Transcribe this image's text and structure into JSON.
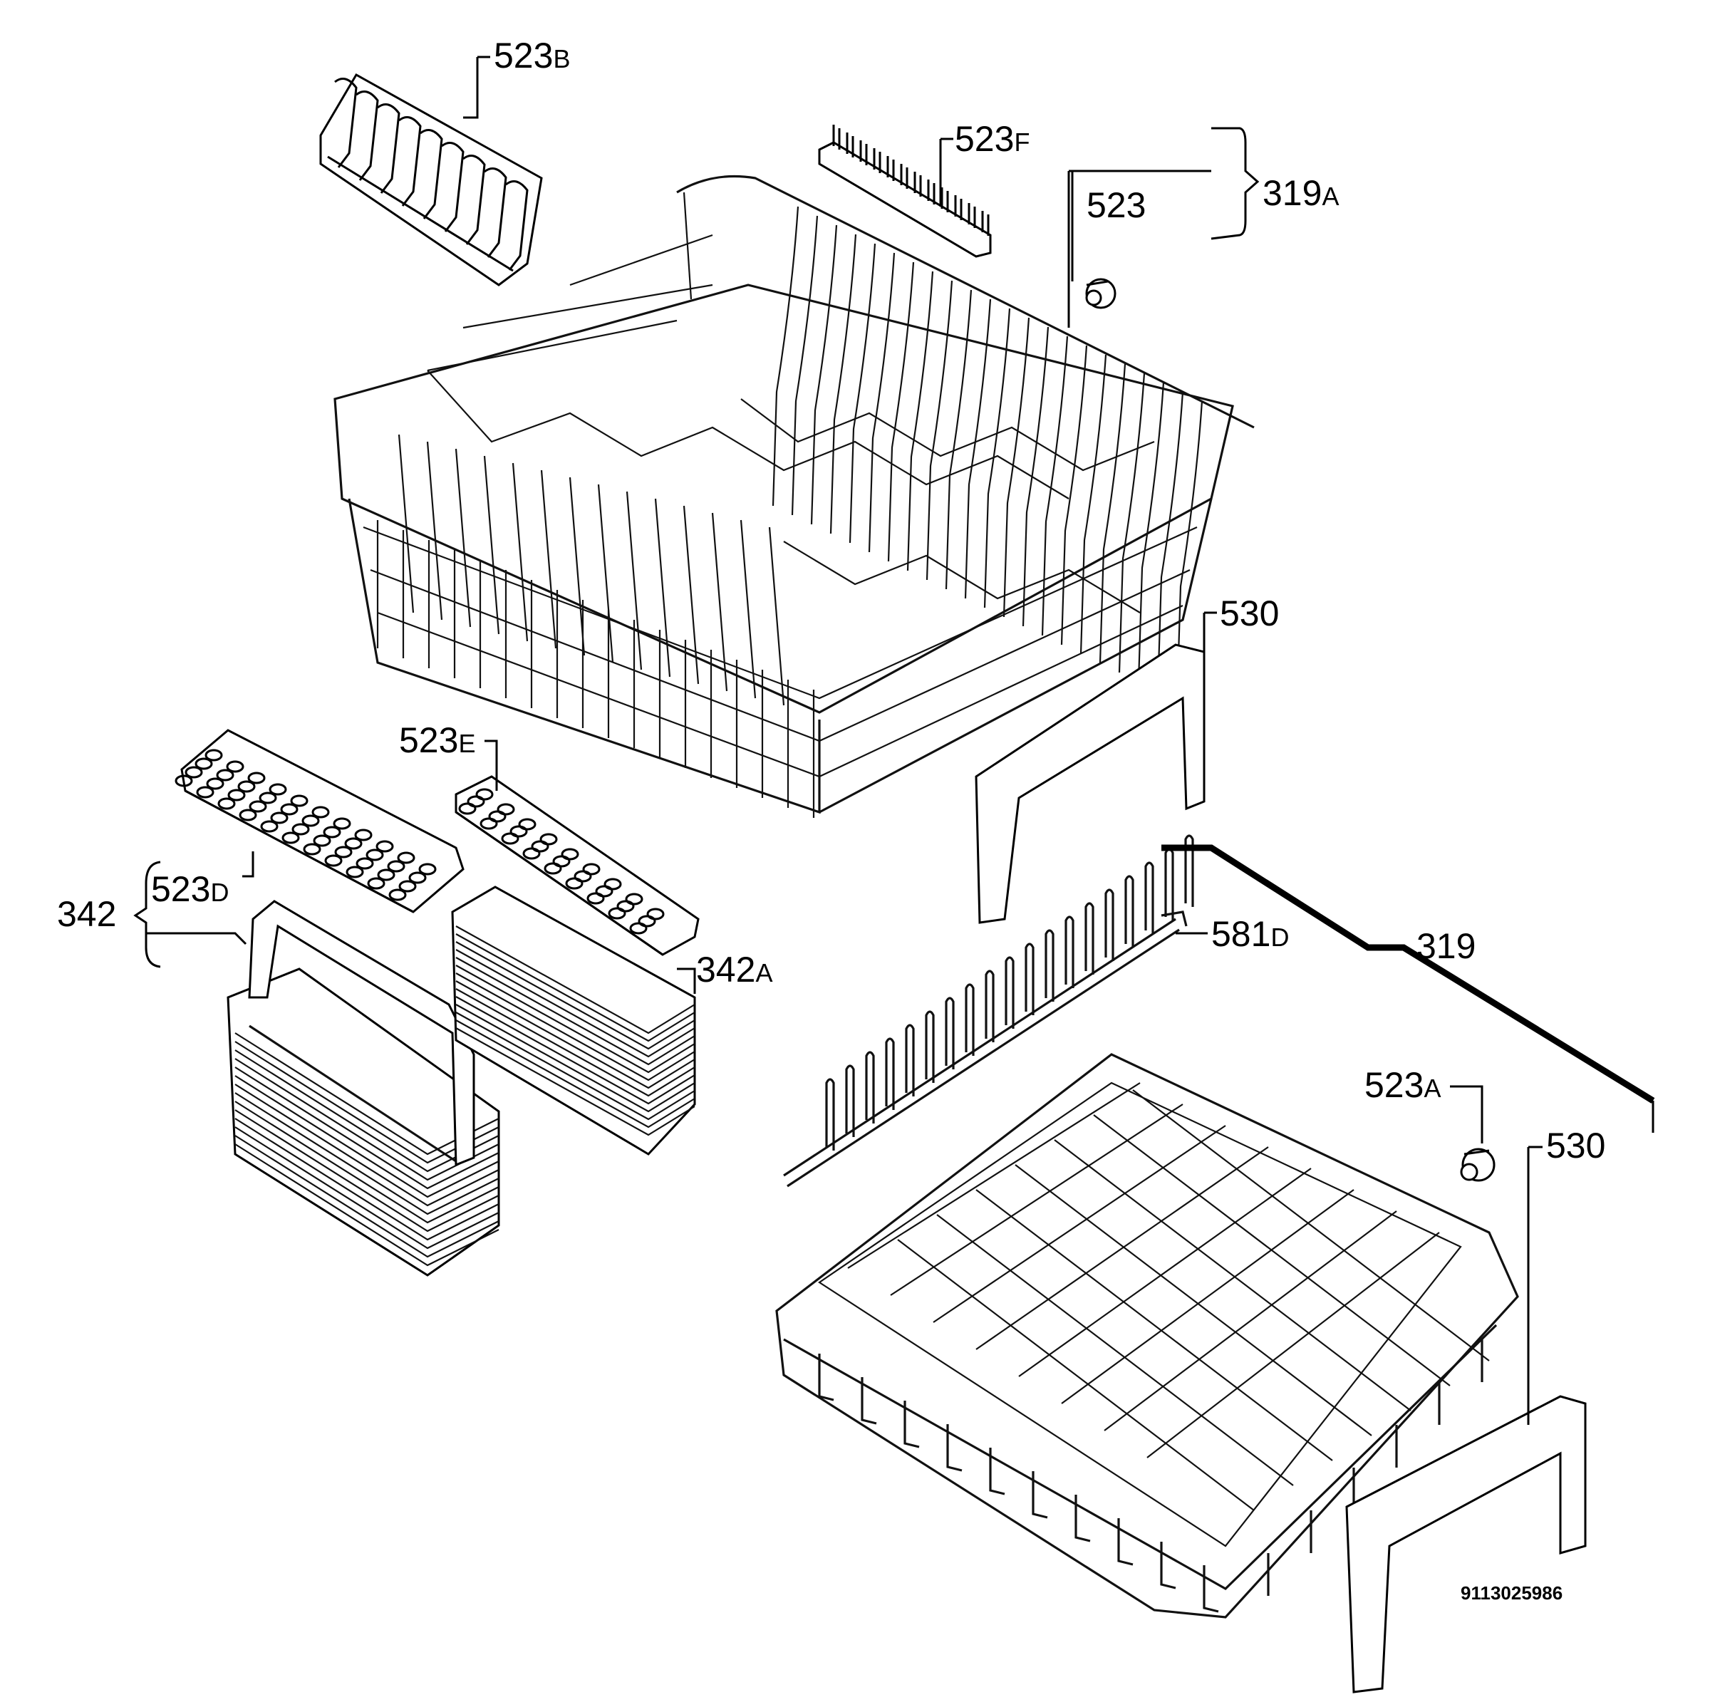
{
  "labels": {
    "l523b": {
      "num": "523",
      "suf": "B"
    },
    "l523f": {
      "num": "523",
      "suf": "F"
    },
    "l523": {
      "num": "523"
    },
    "l319a": {
      "num": "319",
      "suf": "A"
    },
    "l530_top": {
      "num": "530"
    },
    "l523e": {
      "num": "523",
      "suf": "E"
    },
    "l523d": {
      "num": "523",
      "suf": "D"
    },
    "l342": {
      "num": "342"
    },
    "l342a": {
      "num": "342",
      "suf": "A"
    },
    "l581d": {
      "num": "581",
      "suf": "D"
    },
    "l319": {
      "num": "319"
    },
    "l523a": {
      "num": "523",
      "suf": "A"
    },
    "l530_bottom": {
      "num": "530"
    }
  },
  "drawing_code": "9113025986"
}
